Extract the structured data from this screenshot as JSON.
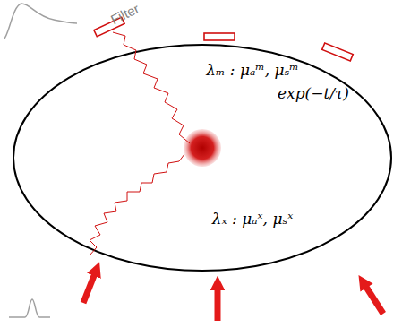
{
  "diagram": {
    "labels": [
      "Filter",
      "λₘ : μₐᵐ, μₛᵐ",
      "exp(−t/τ)",
      "λₓ : μₐˣ, μₛˣ"
    ]
  }
}
